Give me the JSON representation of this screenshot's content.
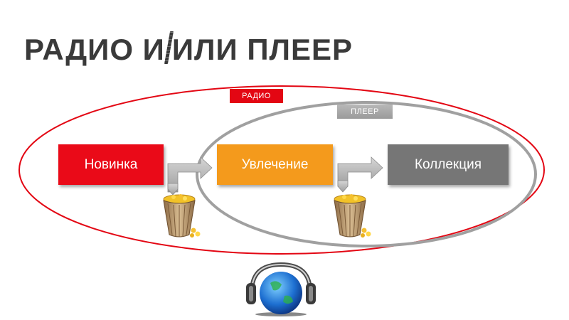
{
  "title": {
    "part1": "РАДИО И",
    "part2": "ИЛИ ПЛЕЕР"
  },
  "tags": {
    "radio": "РАДИО",
    "player": "ПЛЕЕР"
  },
  "stages": [
    {
      "label": "Новинка",
      "color": "#ea0a18"
    },
    {
      "label": "Увлечение",
      "color": "#f49a1c"
    },
    {
      "label": "Коллекция",
      "color": "#767676"
    }
  ],
  "colors": {
    "radio_ellipse": "#e30613",
    "player_ellipse": "#a0a0a0",
    "arrow": "#b0b0b0"
  },
  "icons": {
    "basket": "wicker-basket-with-gold-coins-icon",
    "headphones": "globe-with-headphones-icon"
  }
}
